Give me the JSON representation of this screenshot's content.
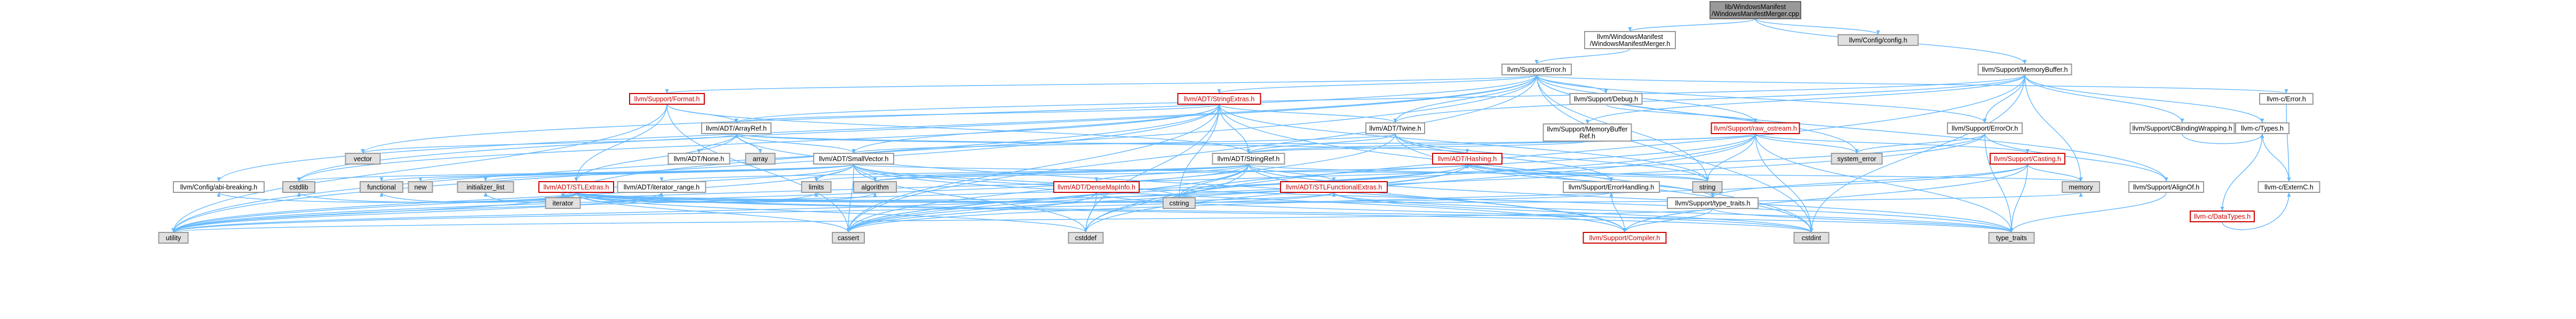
{
  "colors": {
    "edge": "#63b8ff",
    "node_border": "#999999",
    "root_fill": "#999999",
    "system_fill": "#e0e0e0",
    "red_text": "#cc0000"
  },
  "nodes": [
    {
      "id": "root",
      "lines": [
        "lib/WindowsManifest",
        "/WindowsManifestMerger.cpp"
      ],
      "kind": "root"
    },
    {
      "id": "wmm_h",
      "lines": [
        "llvm/WindowsManifest",
        "/WindowsManifestMerger.h"
      ],
      "kind": "normal"
    },
    {
      "id": "config_h",
      "lines": [
        "llvm/Config/config.h"
      ],
      "kind": "sys"
    },
    {
      "id": "error_h",
      "lines": [
        "llvm/Support/Error.h"
      ],
      "kind": "normal"
    },
    {
      "id": "memorybuffer_h",
      "lines": [
        "llvm/Support/MemoryBuffer.h"
      ],
      "kind": "normal"
    },
    {
      "id": "format_h",
      "lines": [
        "llvm/Support/Format.h"
      ],
      "kind": "red"
    },
    {
      "id": "stringextras_h",
      "lines": [
        "llvm/ADT/StringExtras.h"
      ],
      "kind": "red"
    },
    {
      "id": "debug_h",
      "lines": [
        "llvm/Support/Debug.h"
      ],
      "kind": "normal"
    },
    {
      "id": "c_error_h",
      "lines": [
        "llvm-c/Error.h"
      ],
      "kind": "normal"
    },
    {
      "id": "arrayref_h",
      "lines": [
        "llvm/ADT/ArrayRef.h"
      ],
      "kind": "normal"
    },
    {
      "id": "twine_h",
      "lines": [
        "llvm/ADT/Twine.h"
      ],
      "kind": "normal"
    },
    {
      "id": "membufref_h",
      "lines": [
        "llvm/Support/MemoryBuffer",
        "Ref.h"
      ],
      "kind": "normal"
    },
    {
      "id": "raw_ostream_h",
      "lines": [
        "llvm/Support/raw_ostream.h"
      ],
      "kind": "red"
    },
    {
      "id": "errorOr_h",
      "lines": [
        "llvm/Support/ErrorOr.h"
      ],
      "kind": "normal"
    },
    {
      "id": "cbinding_h",
      "lines": [
        "llvm/Support/CBindingWrapping.h"
      ],
      "kind": "normal"
    },
    {
      "id": "casting_h",
      "lines": [
        "llvm/Support/Casting.h"
      ],
      "kind": "red"
    },
    {
      "id": "c_types_h",
      "lines": [
        "llvm-c/Types.h"
      ],
      "kind": "normal"
    },
    {
      "id": "vector",
      "lines": [
        "vector"
      ],
      "kind": "sys"
    },
    {
      "id": "stlextras_h",
      "lines": [
        "llvm/ADT/STLExtras.h"
      ],
      "kind": "red"
    },
    {
      "id": "none_h",
      "lines": [
        "llvm/ADT/None.h"
      ],
      "kind": "normal"
    },
    {
      "id": "array",
      "lines": [
        "array"
      ],
      "kind": "sys"
    },
    {
      "id": "smallvector_h",
      "lines": [
        "llvm/ADT/SmallVector.h"
      ],
      "kind": "normal"
    },
    {
      "id": "stringref_h",
      "lines": [
        "llvm/ADT/StringRef.h"
      ],
      "kind": "normal"
    },
    {
      "id": "hashing_h",
      "lines": [
        "llvm/ADT/Hashing.h"
      ],
      "kind": "red"
    },
    {
      "id": "system_error",
      "lines": [
        "system_error"
      ],
      "kind": "sys"
    },
    {
      "id": "memory",
      "lines": [
        "memory"
      ],
      "kind": "sys"
    },
    {
      "id": "alignof_h",
      "lines": [
        "llvm/Support/AlignOf.h"
      ],
      "kind": "normal"
    },
    {
      "id": "c_externc_h",
      "lines": [
        "llvm-c/ExternC.h"
      ],
      "kind": "normal"
    },
    {
      "id": "c_datatypes_h",
      "lines": [
        "llvm-c/DataTypes.h"
      ],
      "kind": "red"
    },
    {
      "id": "configabi_h",
      "lines": [
        "llvm/Config/abi-breaking.h"
      ],
      "kind": "normal"
    },
    {
      "id": "cstdlib",
      "lines": [
        "cstdlib"
      ],
      "kind": "sys"
    },
    {
      "id": "functional",
      "lines": [
        "functional"
      ],
      "kind": "sys"
    },
    {
      "id": "initializer_list",
      "lines": [
        "initializer_list"
      ],
      "kind": "sys"
    },
    {
      "id": "new",
      "lines": [
        "new"
      ],
      "kind": "sys"
    },
    {
      "id": "iterator",
      "lines": [
        "iterator"
      ],
      "kind": "sys"
    },
    {
      "id": "iter_range_h",
      "lines": [
        "llvm/ADT/iterator_range.h"
      ],
      "kind": "normal"
    },
    {
      "id": "limits",
      "lines": [
        "limits"
      ],
      "kind": "sys"
    },
    {
      "id": "algorithm",
      "lines": [
        "algorithm"
      ],
      "kind": "sys"
    },
    {
      "id": "densemapinfo_h",
      "lines": [
        "llvm/ADT/DenseMapInfo.h"
      ],
      "kind": "red"
    },
    {
      "id": "stlfunc_h",
      "lines": [
        "llvm/ADT/STLFunctionalExtras.h"
      ],
      "kind": "red"
    },
    {
      "id": "cstring",
      "lines": [
        "cstring"
      ],
      "kind": "sys"
    },
    {
      "id": "string",
      "lines": [
        "string"
      ],
      "kind": "sys"
    },
    {
      "id": "errorhandling_h",
      "lines": [
        "llvm/Support/ErrorHandling.h"
      ],
      "kind": "normal"
    },
    {
      "id": "typetraits_h",
      "lines": [
        "llvm/Support/type_traits.h"
      ],
      "kind": "normal"
    },
    {
      "id": "utility",
      "lines": [
        "utility"
      ],
      "kind": "sys"
    },
    {
      "id": "cassert",
      "lines": [
        "cassert"
      ],
      "kind": "sys"
    },
    {
      "id": "cstddef",
      "lines": [
        "cstddef"
      ],
      "kind": "sys"
    },
    {
      "id": "compiler_h",
      "lines": [
        "llvm/Support/Compiler.h"
      ],
      "kind": "red"
    },
    {
      "id": "cstdint",
      "lines": [
        "cstdint"
      ],
      "kind": "sys"
    },
    {
      "id": "type_traits",
      "lines": [
        "type_traits"
      ],
      "kind": "sys"
    }
  ],
  "edges": [
    [
      "root",
      "wmm_h"
    ],
    [
      "root",
      "config_h"
    ],
    [
      "root",
      "memorybuffer_h"
    ],
    [
      "wmm_h",
      "error_h"
    ],
    [
      "error_h",
      "format_h"
    ],
    [
      "error_h",
      "stringextras_h"
    ],
    [
      "error_h",
      "debug_h"
    ],
    [
      "error_h",
      "c_error_h"
    ],
    [
      "error_h",
      "twine_h"
    ],
    [
      "error_h",
      "errorOr_h"
    ],
    [
      "error_h",
      "raw_ostream_h"
    ],
    [
      "error_h",
      "configabi_h"
    ],
    [
      "error_h",
      "cstdlib"
    ],
    [
      "error_h",
      "system_error"
    ],
    [
      "error_h",
      "alignof_h"
    ],
    [
      "error_h",
      "cassert"
    ],
    [
      "error_h",
      "cstdint"
    ],
    [
      "error_h",
      "string"
    ],
    [
      "error_h",
      "utility"
    ],
    [
      "error_h",
      "vector"
    ],
    [
      "memorybuffer_h",
      "c_types_h"
    ],
    [
      "memorybuffer_h",
      "arrayref_h"
    ],
    [
      "memorybuffer_h",
      "twine_h"
    ],
    [
      "memorybuffer_h",
      "cbinding_h"
    ],
    [
      "memorybuffer_h",
      "errorOr_h"
    ],
    [
      "memorybuffer_h",
      "membufref_h"
    ],
    [
      "memorybuffer_h",
      "cstddef"
    ],
    [
      "memorybuffer_h",
      "cstdint"
    ],
    [
      "memorybuffer_h",
      "memory"
    ],
    [
      "format_h",
      "arrayref_h"
    ],
    [
      "format_h",
      "stlextras_h"
    ],
    [
      "format_h",
      "stringref_h"
    ],
    [
      "format_h",
      "cassert"
    ],
    [
      "format_h",
      "utility"
    ],
    [
      "stringextras_h",
      "arrayref_h"
    ],
    [
      "stringextras_h",
      "smallvector_h"
    ],
    [
      "stringextras_h",
      "stringref_h"
    ],
    [
      "stringextras_h",
      "twine_h"
    ],
    [
      "stringextras_h",
      "cassert"
    ],
    [
      "stringextras_h",
      "cstddef"
    ],
    [
      "stringextras_h",
      "cstdint"
    ],
    [
      "stringextras_h",
      "cstdlib"
    ],
    [
      "stringextras_h",
      "cstring"
    ],
    [
      "stringextras_h",
      "iterator"
    ],
    [
      "stringextras_h",
      "string"
    ],
    [
      "stringextras_h",
      "utility"
    ],
    [
      "c_error_h",
      "c_externc_h"
    ],
    [
      "arrayref_h",
      "hashing_h"
    ],
    [
      "arrayref_h",
      "none_h"
    ],
    [
      "arrayref_h",
      "smallvector_h"
    ],
    [
      "arrayref_h",
      "stlextras_h"
    ],
    [
      "arrayref_h",
      "array"
    ],
    [
      "arrayref_h",
      "vector"
    ],
    [
      "arrayref_h",
      "compiler_h"
    ],
    [
      "twine_h",
      "smallvector_h"
    ],
    [
      "twine_h",
      "stringref_h"
    ],
    [
      "twine_h",
      "errorhandling_h"
    ],
    [
      "twine_h",
      "cassert"
    ],
    [
      "twine_h",
      "cstdint"
    ],
    [
      "twine_h",
      "string"
    ],
    [
      "membufref_h",
      "stringref_h"
    ],
    [
      "raw_ostream_h",
      "arrayref_h"
    ],
    [
      "raw_ostream_h",
      "stringref_h"
    ],
    [
      "raw_ostream_h",
      "cassert"
    ],
    [
      "raw_ostream_h",
      "cstddef"
    ],
    [
      "raw_ostream_h",
      "cstdint"
    ],
    [
      "raw_ostream_h",
      "cstring"
    ],
    [
      "raw_ostream_h",
      "string"
    ],
    [
      "raw_ostream_h",
      "system_error"
    ],
    [
      "raw_ostream_h",
      "type_traits"
    ],
    [
      "errorOr_h",
      "alignof_h"
    ],
    [
      "errorOr_h",
      "cassert"
    ],
    [
      "errorOr_h",
      "system_error"
    ],
    [
      "errorOr_h",
      "type_traits"
    ],
    [
      "errorOr_h",
      "utility"
    ],
    [
      "cbinding_h",
      "c_types_h"
    ],
    [
      "c_types_h",
      "c_datatypes_h"
    ],
    [
      "c_types_h",
      "c_externc_h"
    ],
    [
      "stlextras_h",
      "stlfunc_h"
    ],
    [
      "stlextras_h",
      "iter_range_h"
    ],
    [
      "stlextras_h",
      "hashing_h"
    ],
    [
      "stlextras_h",
      "configabi_h"
    ],
    [
      "stlextras_h",
      "errorhandling_h"
    ],
    [
      "stlextras_h",
      "algorithm"
    ],
    [
      "stlextras_h",
      "cassert"
    ],
    [
      "stlextras_h",
      "cstddef"
    ],
    [
      "stlextras_h",
      "cstdint"
    ],
    [
      "stlextras_h",
      "cstdlib"
    ],
    [
      "stlextras_h",
      "functional"
    ],
    [
      "stlextras_h",
      "initializer_list"
    ],
    [
      "stlextras_h",
      "iterator"
    ],
    [
      "stlextras_h",
      "limits"
    ],
    [
      "stlextras_h",
      "memory"
    ],
    [
      "stlextras_h",
      "tuple"
    ],
    [
      "stlextras_h",
      "type_traits"
    ],
    [
      "stlextras_h",
      "utility"
    ],
    [
      "smallvector_h",
      "compiler_h"
    ],
    [
      "smallvector_h",
      "type_traits"
    ],
    [
      "smallvector_h",
      "algorithm"
    ],
    [
      "smallvector_h",
      "cassert"
    ],
    [
      "smallvector_h",
      "cstddef"
    ],
    [
      "smallvector_h",
      "cstdlib"
    ],
    [
      "smallvector_h",
      "cstring"
    ],
    [
      "smallvector_h",
      "functional"
    ],
    [
      "smallvector_h",
      "initializer_list"
    ],
    [
      "smallvector_h",
      "iterator"
    ],
    [
      "smallvector_h",
      "limits"
    ],
    [
      "smallvector_h",
      "memory"
    ],
    [
      "smallvector_h",
      "new"
    ],
    [
      "smallvector_h",
      "utility"
    ],
    [
      "stringref_h",
      "densemapinfo_h"
    ],
    [
      "stringref_h",
      "stlfunc_h"
    ],
    [
      "stringref_h",
      "iter_range_h"
    ],
    [
      "stringref_h",
      "compiler_h"
    ],
    [
      "stringref_h",
      "algorithm"
    ],
    [
      "stringref_h",
      "cassert"
    ],
    [
      "stringref_h",
      "cstddef"
    ],
    [
      "stringref_h",
      "cstring"
    ],
    [
      "stringref_h",
      "limits"
    ],
    [
      "stringref_h",
      "string"
    ],
    [
      "stringref_h",
      "type_traits"
    ],
    [
      "stringref_h",
      "utility"
    ],
    [
      "hashing_h",
      "errorhandling_h"
    ],
    [
      "hashing_h",
      "typetraits_h"
    ],
    [
      "hashing_h",
      "algorithm"
    ],
    [
      "hashing_h",
      "cassert"
    ],
    [
      "hashing_h",
      "cstring"
    ],
    [
      "hashing_h",
      "string"
    ],
    [
      "hashing_h",
      "utility"
    ],
    [
      "casting_h",
      "typetraits_h"
    ],
    [
      "casting_h",
      "compiler_h"
    ],
    [
      "casting_h",
      "cassert"
    ],
    [
      "casting_h",
      "memory"
    ],
    [
      "casting_h",
      "type_traits"
    ],
    [
      "alignof_h",
      "type_traits"
    ],
    [
      "c_datatypes_h",
      "c_externc_h"
    ],
    [
      "iter_range_h",
      "utility"
    ],
    [
      "densemapinfo_h",
      "cassert"
    ],
    [
      "densemapinfo_h",
      "cstddef"
    ],
    [
      "densemapinfo_h",
      "cstdint"
    ],
    [
      "densemapinfo_h",
      "utility"
    ],
    [
      "stlfunc_h",
      "cstdint"
    ],
    [
      "stlfunc_h",
      "type_traits"
    ],
    [
      "stlfunc_h",
      "utility"
    ],
    [
      "errorhandling_h",
      "compiler_h"
    ],
    [
      "typetraits_h",
      "compiler_h"
    ],
    [
      "typetraits_h",
      "type_traits"
    ],
    [
      "typetraits_h",
      "utility"
    ],
    [
      "debug_h",
      "raw_ostream_h"
    ],
    [
      "raw_ostream_h",
      "casting_h"
    ]
  ]
}
